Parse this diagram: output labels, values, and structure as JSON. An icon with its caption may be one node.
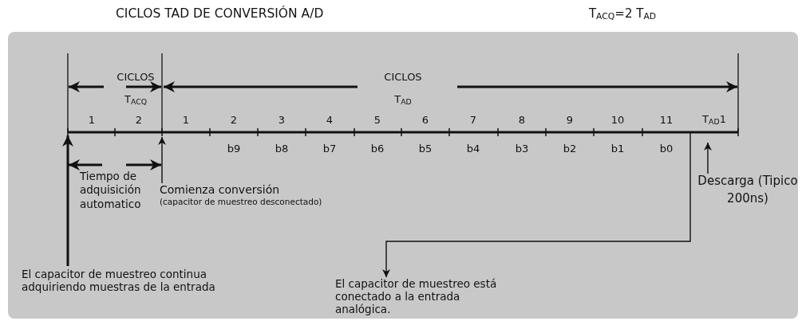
{
  "diagram": {
    "title": "CICLOS TAD DE CONVERSIÓN A/D",
    "nodes": [
      {
        "text": [
          "El capacitor de muestreo continua adquiriendo muestras de la entrada"
        ]
      },
      {
        "text": [
          "Comienza conversión",
          "(capacitor de muestreo desconectado)"
        ]
      },
      {
        "text": [
          "Descarga (Tipico 200ns)"
        ]
      },
      {
        "text": [
          "El capacitor de muestreo está conectado a la entrada analógica."
        ]
      }
    ],
    "edges": [
      {
        "from": 0,
        "to": null,
        "arrow": "to",
        "style": "thick"
      },
      {
        "from": 1,
        "to": null,
        "arrow": "to"
      },
      {
        "from": 2,
        "to": null,
        "arrow": "to"
      },
      {
        "from": null,
        "to": 3,
        "arrow": "to"
      }
    ],
    "labels": [
      "T$_{ACQ}$=2 T$_{AD}$",
      "CICLOS",
      "CICLOS",
      "T$_{ACQ}$",
      "T$_{AD}$",
      "1",
      "2",
      "1",
      "2",
      "3",
      "4",
      "5",
      "6",
      "7",
      "8",
      "9",
      "10",
      "11",
      "T$_{AD}$1",
      "b9",
      "b8",
      "b7",
      "b6",
      "b5",
      "b4",
      "b3",
      "b2",
      "b1",
      "b0",
      "Tiempo de adquisición automatico"
    ]
  }
}
